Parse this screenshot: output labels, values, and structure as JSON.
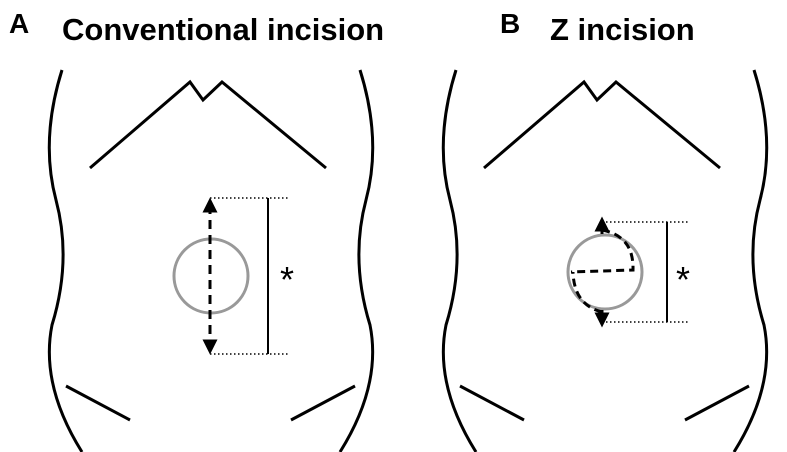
{
  "panels": [
    {
      "letter": "A",
      "title": "Conventional incision",
      "dimension_marker": "*"
    },
    {
      "letter": "B",
      "title": "Z incision",
      "dimension_marker": "*"
    }
  ],
  "colors": {
    "line": "#000000",
    "umbilicus_circle": "#999999",
    "background": "#ffffff"
  }
}
